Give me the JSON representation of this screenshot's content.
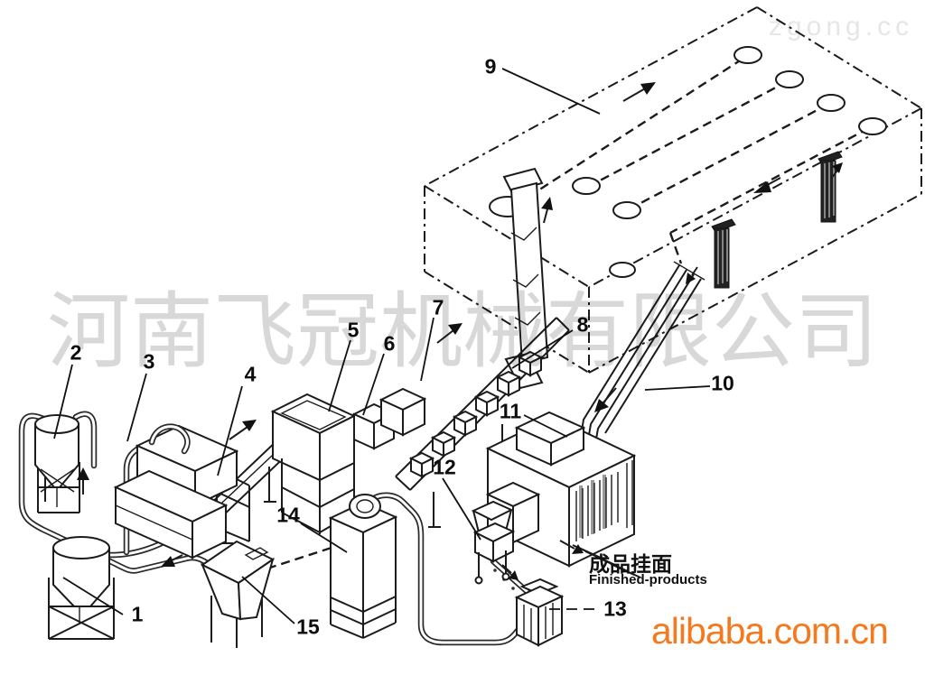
{
  "watermarks": {
    "company": "河南飞冠机械有限公司",
    "site_top": "zgong.cc",
    "site_bottom": "alibaba.com.cn"
  },
  "colors": {
    "watermark_gray": "#d8d8d8",
    "site_top_gray": "#e6e6e6",
    "alibaba_orange": "#f4791f",
    "line_black": "#1b1b1b"
  },
  "output_label": {
    "cn": "成品挂面",
    "en": "Finished-products"
  },
  "part_labels": [
    {
      "num": "1"
    },
    {
      "num": "2"
    },
    {
      "num": "3"
    },
    {
      "num": "4"
    },
    {
      "num": "5"
    },
    {
      "num": "6"
    },
    {
      "num": "7"
    },
    {
      "num": "8"
    },
    {
      "num": "9"
    },
    {
      "num": "10"
    },
    {
      "num": "11"
    },
    {
      "num": "12"
    },
    {
      "num": "13"
    },
    {
      "num": "14"
    },
    {
      "num": "15"
    }
  ]
}
